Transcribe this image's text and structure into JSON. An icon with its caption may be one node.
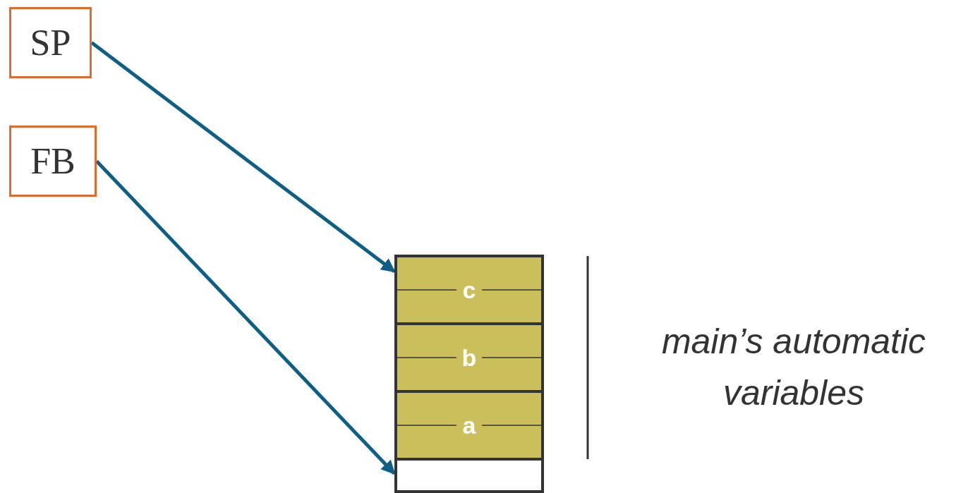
{
  "diagram": {
    "nodes": [
      {
        "text": [
          "SP"
        ]
      },
      {
        "text": [
          "FB"
        ]
      },
      {
        "text": [
          "c"
        ]
      },
      {
        "text": [
          "b"
        ]
      },
      {
        "text": [
          "a"
        ]
      },
      {
        "text": [],
        "shape": "box"
      }
    ],
    "edges": [
      {
        "from": 0,
        "to": 2,
        "arrow": "to"
      },
      {
        "from": 1,
        "to": 5,
        "arrow": "to"
      }
    ],
    "labels": [
      "main’s automatic variables"
    ]
  }
}
